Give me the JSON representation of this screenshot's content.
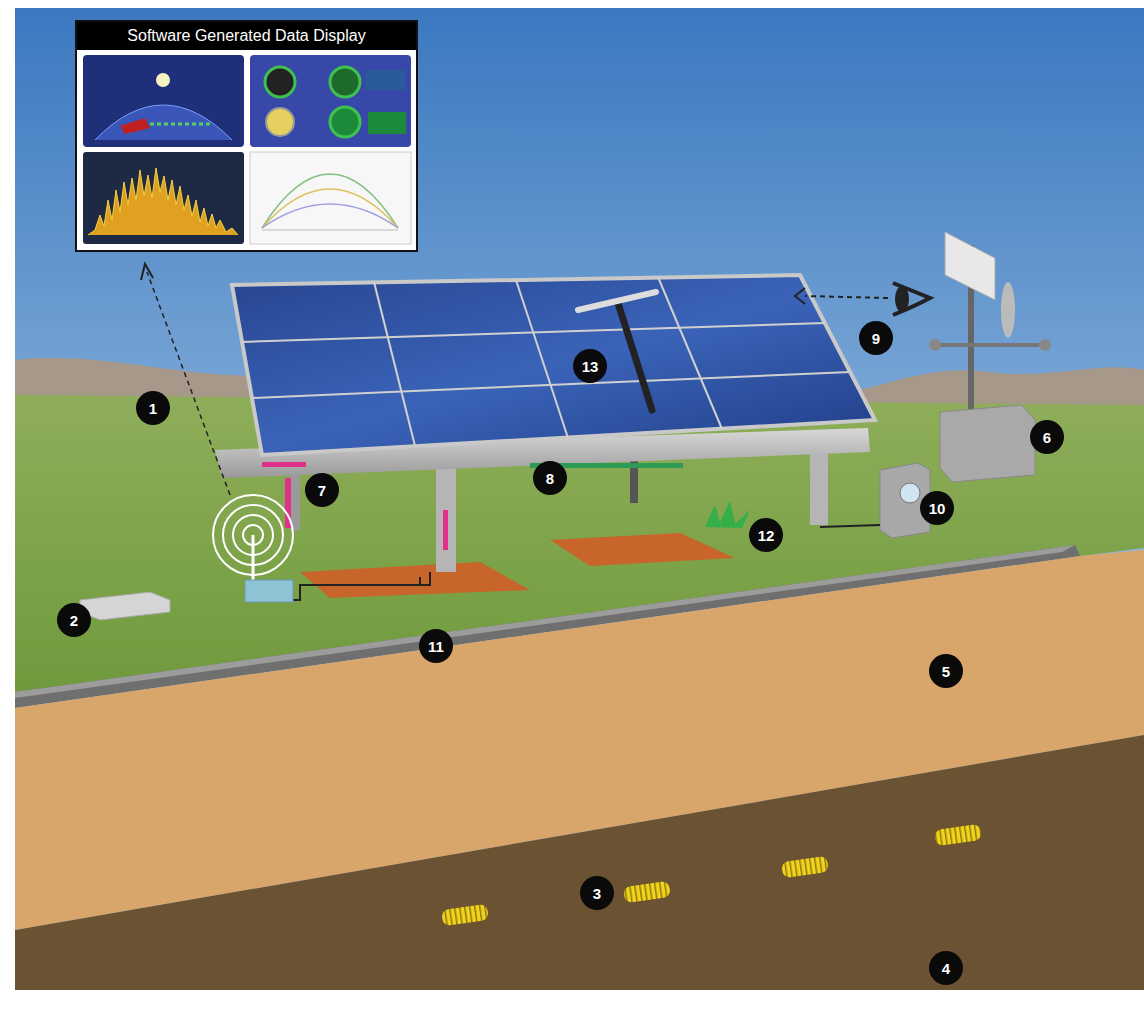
{
  "diagram": {
    "nodes": [
      {
        "text": [
          "Software Generated Data Display"
        ]
      },
      {
        "text": [
          "1"
        ]
      },
      {
        "text": [
          "2"
        ]
      },
      {
        "text": [
          "3"
        ]
      },
      {
        "text": [
          "4"
        ]
      },
      {
        "text": [
          "5"
        ]
      },
      {
        "text": [
          "6"
        ]
      },
      {
        "text": [
          "7"
        ]
      },
      {
        "text": [
          "8"
        ]
      },
      {
        "text": [
          "9"
        ]
      },
      {
        "text": [
          "10"
        ]
      },
      {
        "text": [
          "11"
        ]
      },
      {
        "text": [
          "12"
        ]
      },
      {
        "text": [
          "13"
        ]
      }
    ]
  }
}
